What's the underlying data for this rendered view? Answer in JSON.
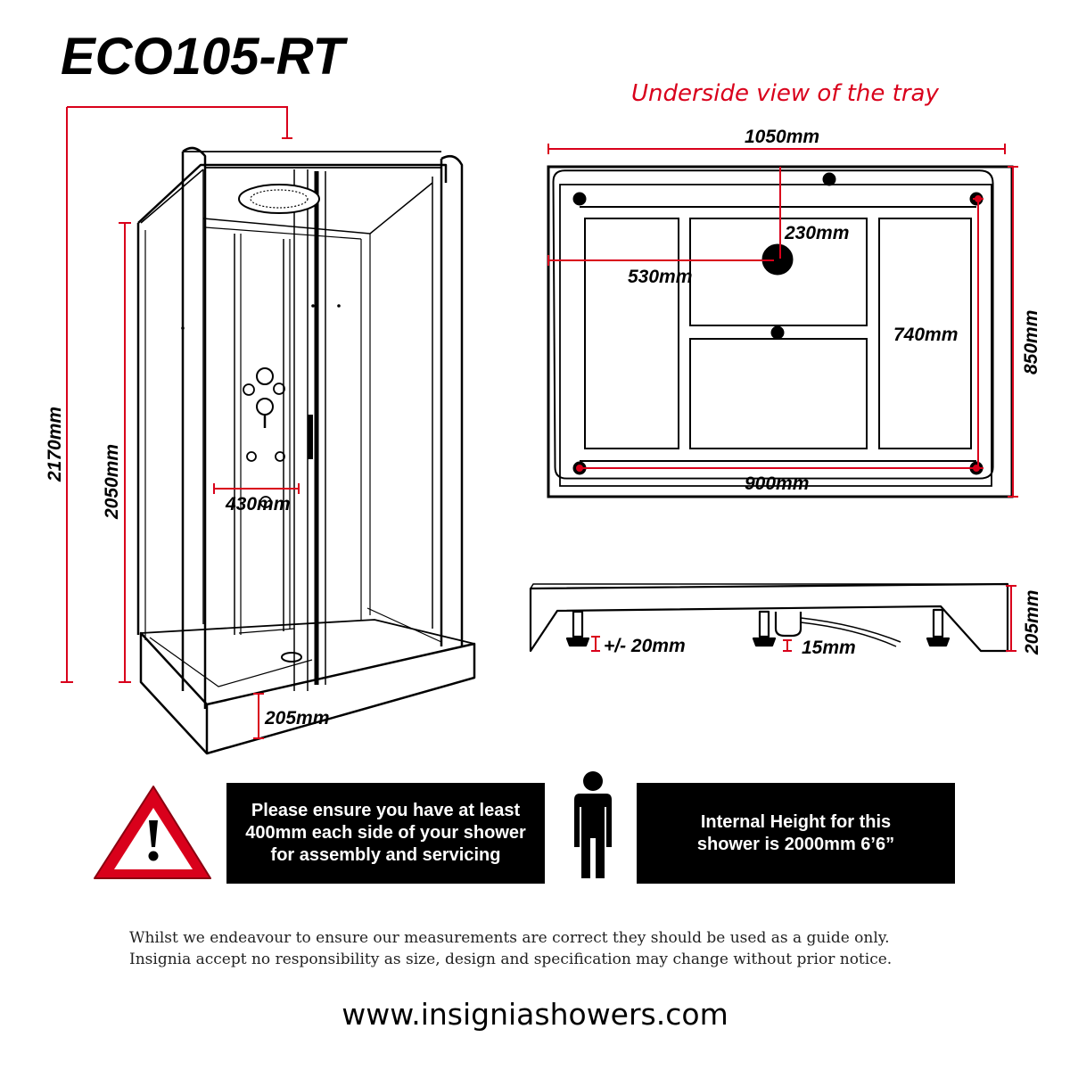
{
  "title": "ECO105-RT",
  "tray_caption": "Underside view of the tray",
  "dimensions": {
    "overall_height": "2170mm",
    "glass_height": "2050mm",
    "panel_width": "430mm",
    "tray_height_front": "205mm",
    "tray_length": "1050mm",
    "waste_to_back": "230mm",
    "waste_to_side": "530mm",
    "inner_depth": "740mm",
    "tray_depth": "850mm",
    "inner_length": "900mm",
    "tray_height_side": "205mm",
    "leg_adjust": "+/- 20mm",
    "waste_clearance": "15mm"
  },
  "notices": {
    "clearance": "Please ensure you have at least 400mm each side of your shower for assembly and servicing",
    "internal_height": "Internal Height for this shower is 2000mm 6’6”"
  },
  "icons": {
    "warning": "warning-triangle-icon",
    "person": "person-silhouette-icon"
  },
  "colors": {
    "accent_red": "#d9001b",
    "line": "#000000"
  },
  "disclaimer": {
    "line1": "Whilst we endeavour to ensure our measurements are correct they should be used as a guide only.",
    "line2": "Insignia accept no responsibility as size, design and specification may change without prior notice."
  },
  "website": "www.insigniashowers.com"
}
